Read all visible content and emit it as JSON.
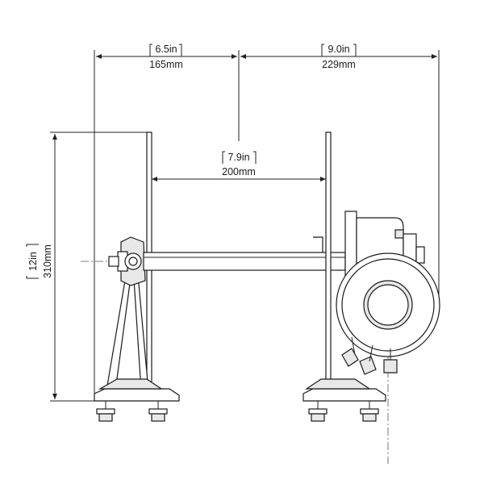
{
  "dimensions": {
    "top_left": {
      "imperial": "6.5in",
      "metric": "165mm"
    },
    "top_right": {
      "imperial": "9.0in",
      "metric": "229mm"
    },
    "between_uprights": {
      "imperial": "7.9in",
      "metric": "200mm"
    },
    "height": {
      "imperial": "12in",
      "metric": "310mm"
    }
  },
  "colors": {
    "line": "#1a1a1a",
    "background": "#ffffff",
    "fill": "#e8e8e8"
  }
}
